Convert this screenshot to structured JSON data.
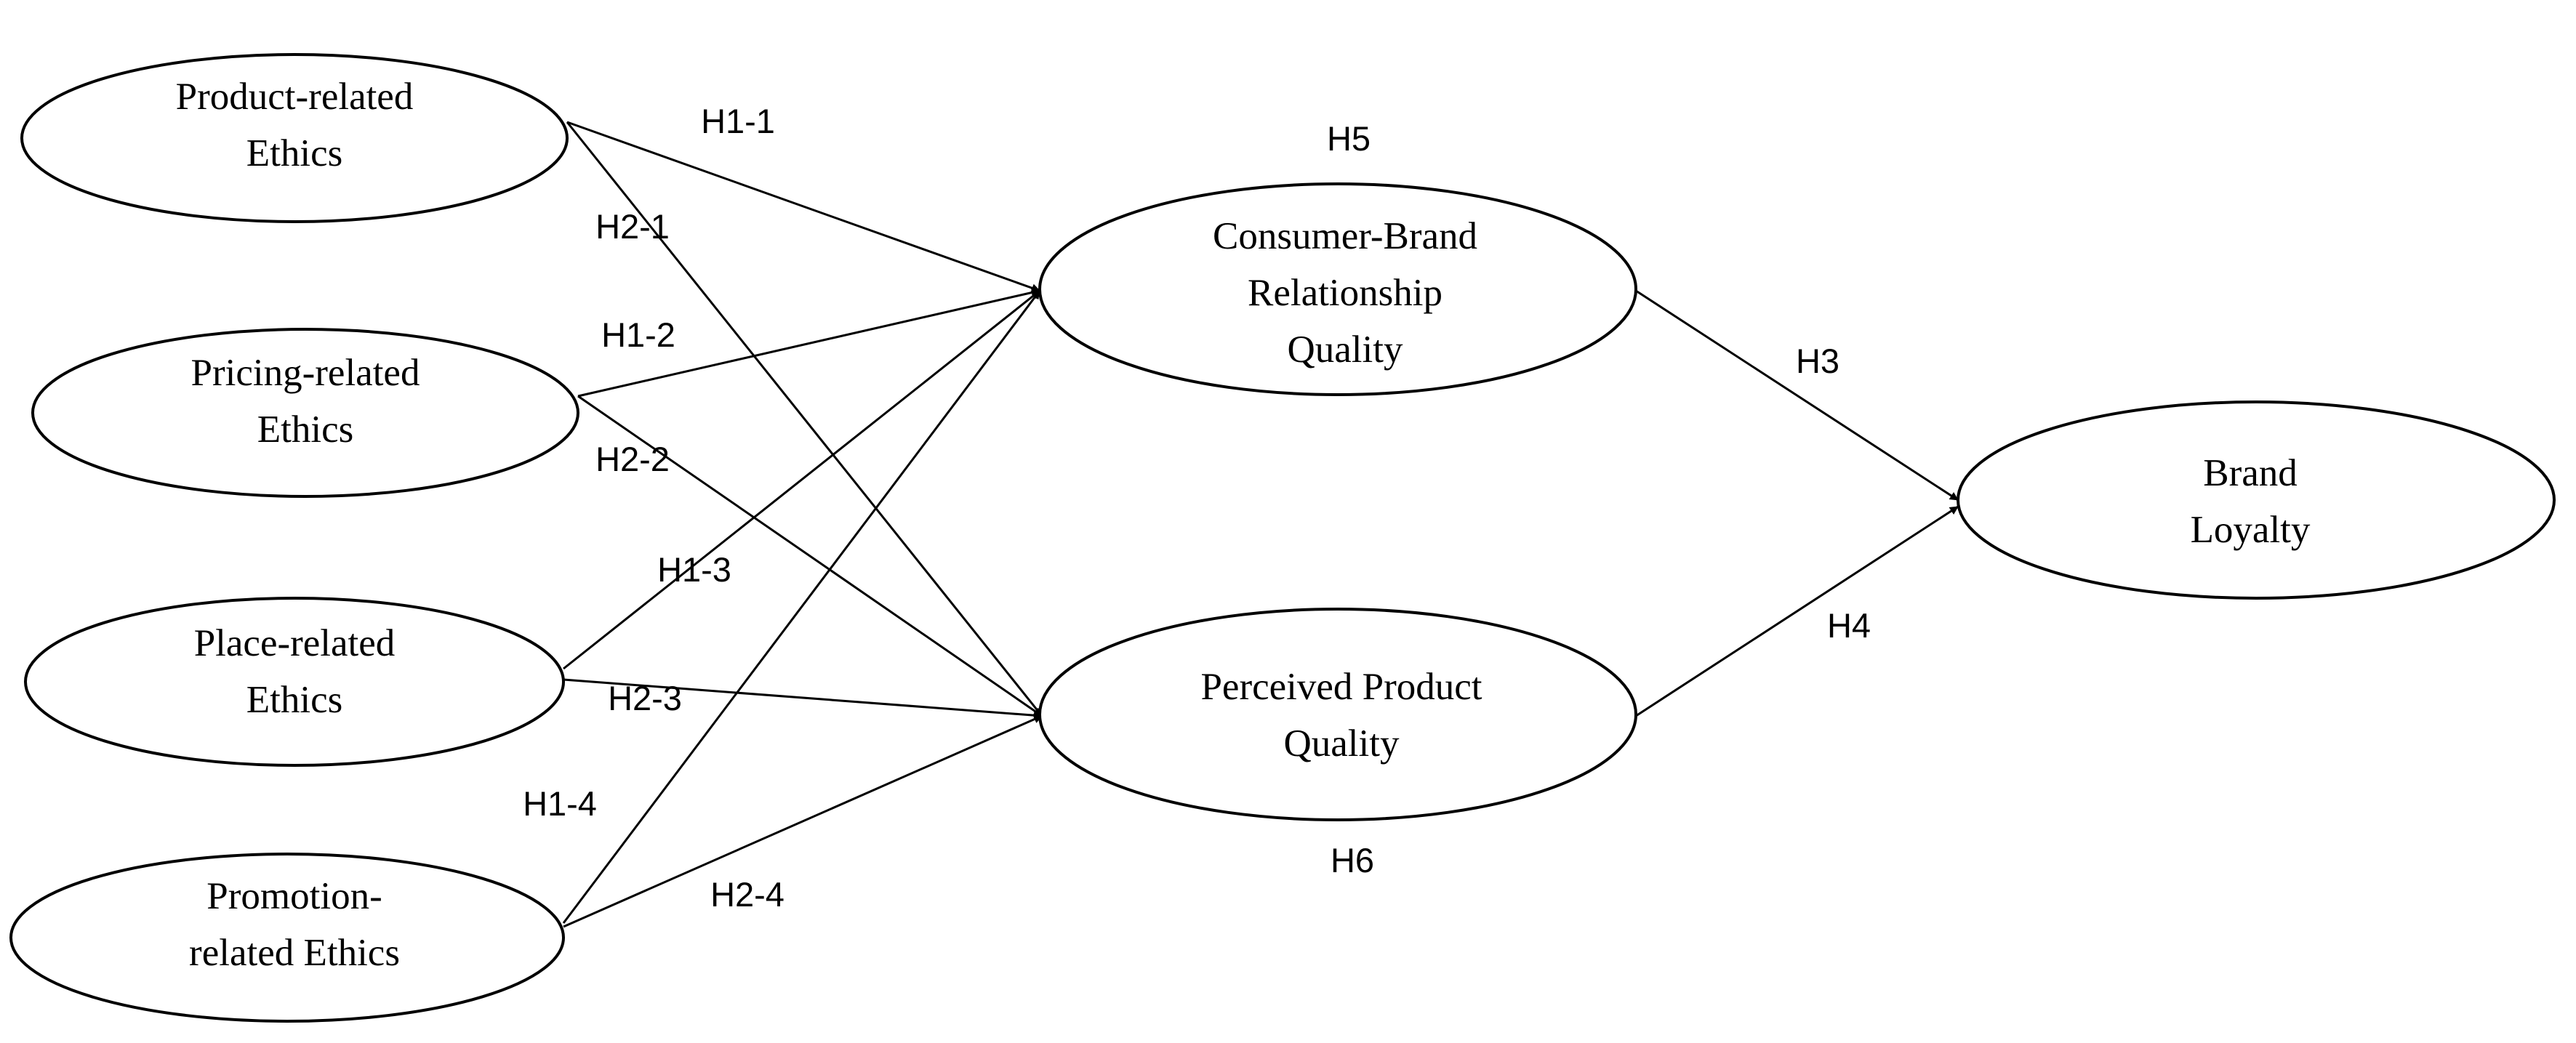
{
  "diagram": {
    "nodes": {
      "product": {
        "lines": [
          "Product-related",
          "Ethics"
        ]
      },
      "pricing": {
        "lines": [
          "Pricing-related",
          "Ethics"
        ]
      },
      "place": {
        "lines": [
          "Place-related",
          "Ethics"
        ]
      },
      "promotion": {
        "lines": [
          "Promotion-",
          "related Ethics"
        ]
      },
      "cbrq": {
        "lines": [
          "Consumer-Brand",
          "Relationship",
          "Quality"
        ]
      },
      "ppq": {
        "lines": [
          "Perceived Product",
          "Quality"
        ]
      },
      "loyalty": {
        "lines": [
          "Brand",
          "Loyalty"
        ]
      }
    },
    "edges": [
      {
        "from": "product",
        "to": "cbrq",
        "label": "H1-1"
      },
      {
        "from": "pricing",
        "to": "cbrq",
        "label": "H1-2"
      },
      {
        "from": "place",
        "to": "cbrq",
        "label": "H1-3"
      },
      {
        "from": "promotion",
        "to": "cbrq",
        "label": "H1-4"
      },
      {
        "from": "product",
        "to": "ppq",
        "label": "H2-1"
      },
      {
        "from": "pricing",
        "to": "ppq",
        "label": "H2-2"
      },
      {
        "from": "place",
        "to": "ppq",
        "label": "H2-3"
      },
      {
        "from": "promotion",
        "to": "ppq",
        "label": "H2-4"
      },
      {
        "from": "cbrq",
        "to": "loyalty",
        "label": "H3"
      },
      {
        "from": "ppq",
        "to": "loyalty",
        "label": "H4"
      }
    ],
    "annotations": {
      "cbrq_mediation": "H5",
      "ppq_mediation": "H6"
    }
  }
}
